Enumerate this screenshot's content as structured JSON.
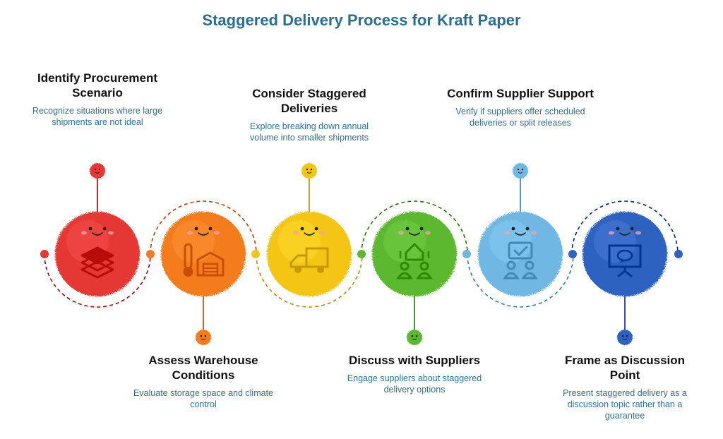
{
  "title": "Staggered Delivery Process for Kraft Paper",
  "steps": [
    {
      "heading": "Identify Procurement Scenario",
      "text": "Recognize situations where large shipments are not ideal",
      "color": "#e53935",
      "icon": "stacked-layers-icon",
      "position": "top"
    },
    {
      "heading": "Assess Warehouse Conditions",
      "text": "Evaluate storage space and climate control",
      "color": "#f57c1f",
      "icon": "thermometer-warehouse-icon",
      "position": "bottom"
    },
    {
      "heading": "Consider Staggered Deliveries",
      "text": "Explore breaking down annual volume into smaller shipments",
      "color": "#f5c518",
      "icon": "delivery-truck-icon",
      "position": "top"
    },
    {
      "heading": "Discuss with Suppliers",
      "text": "Engage suppliers about staggered delivery options",
      "color": "#5cb82e",
      "icon": "supplier-discussion-icon",
      "position": "bottom"
    },
    {
      "heading": "Confirm Supplier Support",
      "text": "Verify if suppliers offer scheduled deliveries or split releases",
      "color": "#6fb7e3",
      "icon": "confirm-support-icon",
      "position": "top"
    },
    {
      "heading": "Frame as Discussion Point",
      "text": "Present staggered delivery as a discussion topic rather than a guarantee",
      "color": "#2f62c1",
      "icon": "presentation-board-icon",
      "position": "bottom"
    }
  ]
}
